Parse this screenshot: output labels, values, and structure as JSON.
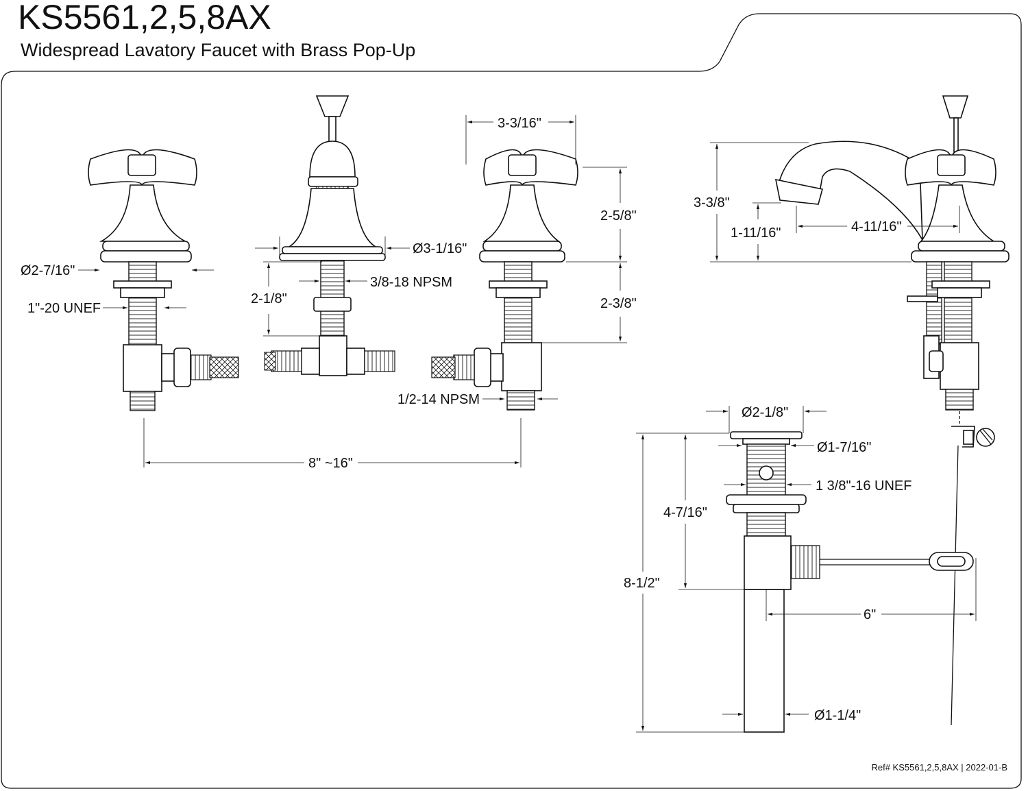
{
  "header": {
    "model": "KS5561,2,5,8AX",
    "description": "Widespread Lavatory Faucet with Brass Pop-Up"
  },
  "footer": {
    "reference": "Ref# KS5561,2,5,8AX | 2022-01-B"
  },
  "dimensions": {
    "handle_flange_dia": "Ø2-7/16\"",
    "handle_thread": "1\"-20 UNEF",
    "spout_base_dia": "Ø3-1/16\"",
    "spout_thread": "3/8-18 NPSM",
    "spout_shank_len": "2-1/8\"",
    "handle_width": "3-3/16\"",
    "handle_height": "2-5/8\"",
    "handle_shank_len": "2-3/8\"",
    "supply_thread": "1/2-14 NPSM",
    "center_spread": "8\" ~16\"",
    "spout_height": "3-3/8\"",
    "aerator_height": "1-11/16\"",
    "spout_reach": "4-11/16\"",
    "drain_flange_dia": "Ø2-1/8\"",
    "drain_body_dia": "Ø1-7/16\"",
    "drain_thread": "1 3/8\"-16 UNEF",
    "drain_body_len": "4-7/16\"",
    "drain_total_len": "8-1/2\"",
    "pivot_rod_len": "6\"",
    "tailpiece_dia": "Ø1-1/4\""
  }
}
